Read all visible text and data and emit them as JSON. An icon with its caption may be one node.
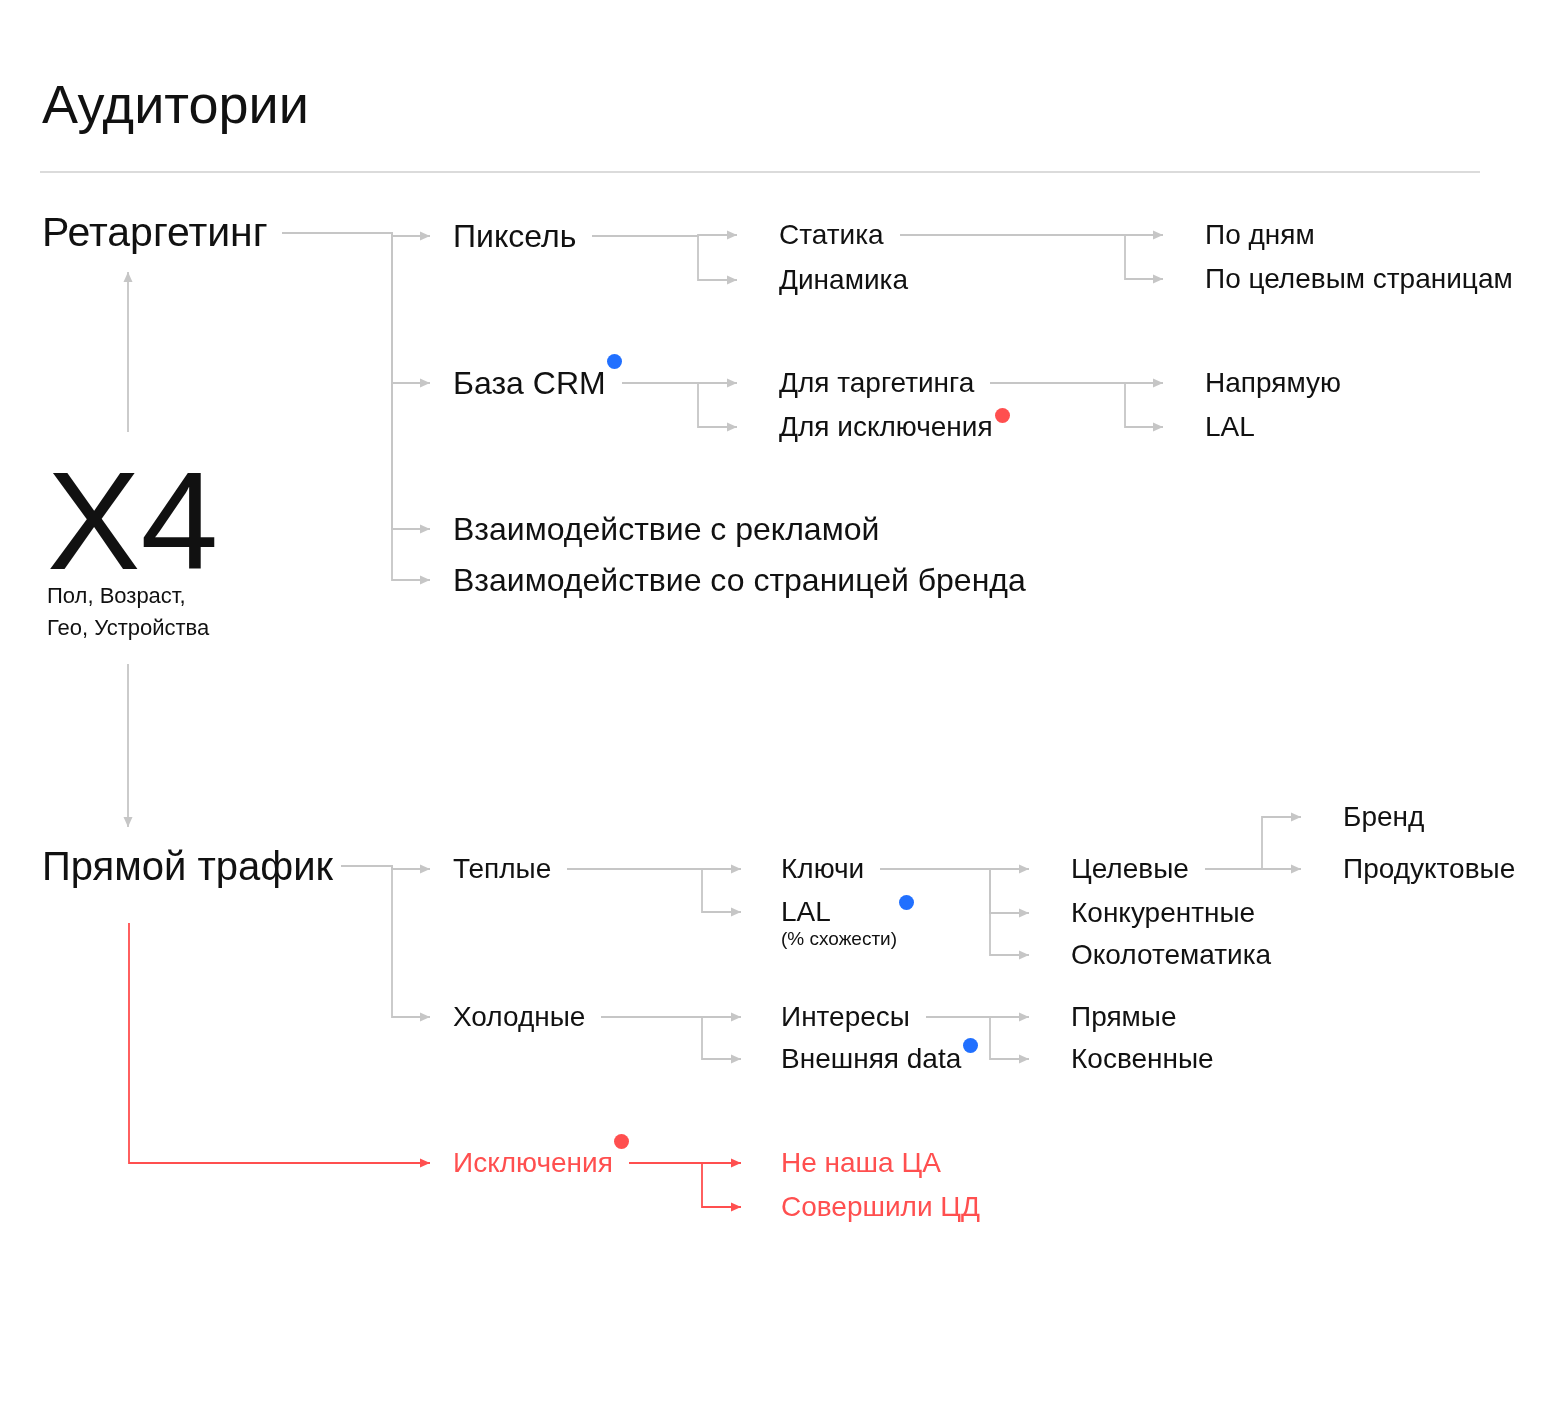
{
  "diagram": {
    "title": "Аудитории",
    "nodes": [
      {
        "text": [
          "Ретаргетинг"
        ]
      },
      {
        "text": [
          "Пиксель"
        ]
      },
      {
        "text": [
          "Статика"
        ]
      },
      {
        "text": [
          "Динамика"
        ]
      },
      {
        "text": [
          "По дням"
        ]
      },
      {
        "text": [
          "По целевым страницам"
        ]
      },
      {
        "text": [
          "База CRM"
        ]
      },
      {
        "text": [
          "Для таргетинга"
        ]
      },
      {
        "text": [
          "Для исключения"
        ]
      },
      {
        "text": [
          "Напрямую"
        ]
      },
      {
        "text": [
          "LAL"
        ]
      },
      {
        "text": [
          "Взаимодействие с рекламой"
        ]
      },
      {
        "text": [
          "Взаимодействие со страницей бренда"
        ]
      },
      {
        "text": [
          "X4",
          "Пол, Возраст, Гео, Устройства"
        ]
      },
      {
        "text": [
          "Прямой трафик"
        ]
      },
      {
        "text": [
          "Теплые"
        ]
      },
      {
        "text": [
          "Ключи"
        ]
      },
      {
        "text": [
          "LAL",
          "(% схожести)"
        ]
      },
      {
        "text": [
          "Целевые"
        ]
      },
      {
        "text": [
          "Бренд"
        ]
      },
      {
        "text": [
          "Продуктовые"
        ]
      },
      {
        "text": [
          "Конкурентные"
        ]
      },
      {
        "text": [
          "Околотематика"
        ]
      },
      {
        "text": [
          "Холодные"
        ]
      },
      {
        "text": [
          "Интересы"
        ]
      },
      {
        "text": [
          "Внешняя data"
        ]
      },
      {
        "text": [
          "Прямые"
        ]
      },
      {
        "text": [
          "Косвенные"
        ]
      },
      {
        "text": [
          "Исключения"
        ]
      },
      {
        "text": [
          "Не наша ЦА"
        ]
      },
      {
        "text": [
          "Совершили ЦД"
        ]
      }
    ],
    "edges": [
      {
        "from": 13,
        "to": 0,
        "arrow": "to"
      },
      {
        "from": 13,
        "to": 14,
        "arrow": "to"
      },
      {
        "from": 0,
        "to": 1,
        "arrow": "to"
      },
      {
        "from": 0,
        "to": 6,
        "arrow": "to"
      },
      {
        "from": 0,
        "to": 11,
        "arrow": "to"
      },
      {
        "from": 0,
        "to": 12,
        "arrow": "to"
      },
      {
        "from": 1,
        "to": 2,
        "arrow": "to"
      },
      {
        "from": 1,
        "to": 3,
        "arrow": "to"
      },
      {
        "from": 2,
        "to": 4,
        "arrow": "to"
      },
      {
        "from": 2,
        "to": 5,
        "arrow": "to"
      },
      {
        "from": 6,
        "to": 7,
        "arrow": "to"
      },
      {
        "from": 6,
        "to": 8,
        "arrow": "to"
      },
      {
        "from": 7,
        "to": 9,
        "arrow": "to"
      },
      {
        "from": 7,
        "to": 10,
        "arrow": "to"
      },
      {
        "from": 14,
        "to": 15,
        "arrow": "to"
      },
      {
        "from": 14,
        "to": 23,
        "arrow": "to"
      },
      {
        "from": 15,
        "to": 16,
        "arrow": "to"
      },
      {
        "from": 15,
        "to": 17,
        "arrow": "to"
      },
      {
        "from": 16,
        "to": 18,
        "arrow": "to"
      },
      {
        "from": 16,
        "to": 21,
        "arrow": "to"
      },
      {
        "from": 16,
        "to": 22,
        "arrow": "to"
      },
      {
        "from": 18,
        "to": 19,
        "arrow": "to"
      },
      {
        "from": 18,
        "to": 20,
        "arrow": "to"
      },
      {
        "from": 23,
        "to": 24,
        "arrow": "to"
      },
      {
        "from": 23,
        "to": 25,
        "arrow": "to"
      },
      {
        "from": 24,
        "to": 26,
        "arrow": "to"
      },
      {
        "from": 24,
        "to": 27,
        "arrow": "to"
      },
      {
        "from": 14,
        "to": 28,
        "arrow": "to",
        "color": "#ff4f4f"
      },
      {
        "from": 28,
        "to": 29,
        "arrow": "to",
        "color": "#ff4f4f"
      },
      {
        "from": 28,
        "to": 30,
        "arrow": "to",
        "color": "#ff4f4f"
      }
    ]
  }
}
